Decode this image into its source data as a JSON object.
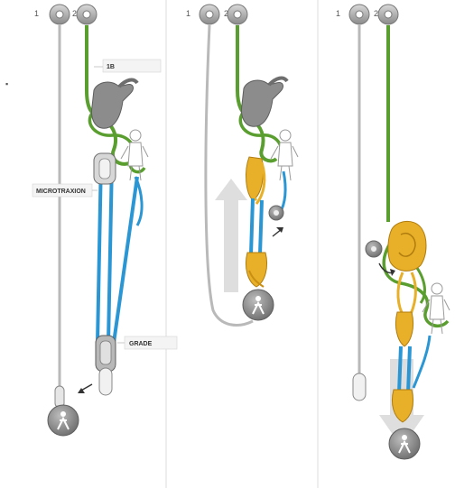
{
  "panels": [
    {
      "step_labels": [
        "1",
        "2"
      ],
      "callouts": [
        {
          "text": "1B"
        },
        {
          "text": "MICROTRAXION"
        },
        {
          "text": "GRADE"
        }
      ]
    },
    {
      "step_labels": [
        "1",
        "2"
      ]
    },
    {
      "step_labels": [
        "1",
        "2"
      ]
    }
  ],
  "colors": {
    "green_rope": "#5a9e2f",
    "blue_rope": "#2b96d4",
    "yellow_pulley": "#e8b028",
    "grey_rope": "#b9b9b9",
    "device_grey": "#8c8c8c",
    "arrow_grey": "#d4d4d4"
  }
}
